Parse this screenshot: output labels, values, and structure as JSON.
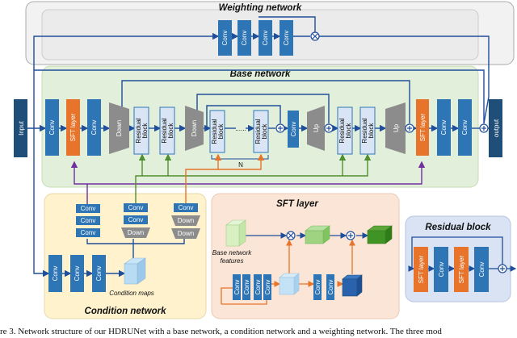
{
  "regions": {
    "weighting": "Weighting network",
    "base": "Base network",
    "condition": "Condition network",
    "sft": "SFT layer",
    "residual": "Residual block"
  },
  "io": {
    "input": "Input",
    "output": "output"
  },
  "blocks": {
    "conv": "Conv",
    "sft_layer": "SFT layer",
    "down": "Down",
    "up": "Up",
    "residual_block": "Residual block",
    "residual_line1": "Residual",
    "residual_line2": "block"
  },
  "annotations": {
    "repeat": "N",
    "dots": "......",
    "condition_maps": "Condition maps",
    "base_features_line1": "Base network",
    "base_features_line2": "features"
  },
  "caption": "re 3. Network structure of our HDRUNet with a base network, a condition network and a weighting network. The three mod",
  "colors": {
    "conv": "#2e75b6",
    "sft": "#e8742b",
    "down_up": "#8c8c8c",
    "residual": "#d9e5f4",
    "base_bg": "#e2efda",
    "cond_bg": "#fff2cc",
    "sft_bg": "#fbe5d6",
    "res_bg": "#dae3f3",
    "weight_bg": "#ededed",
    "io": "#1f4e79"
  },
  "icons": [
    "plus-circle-icon",
    "multiply-circle-icon",
    "arrow-right-icon"
  ]
}
